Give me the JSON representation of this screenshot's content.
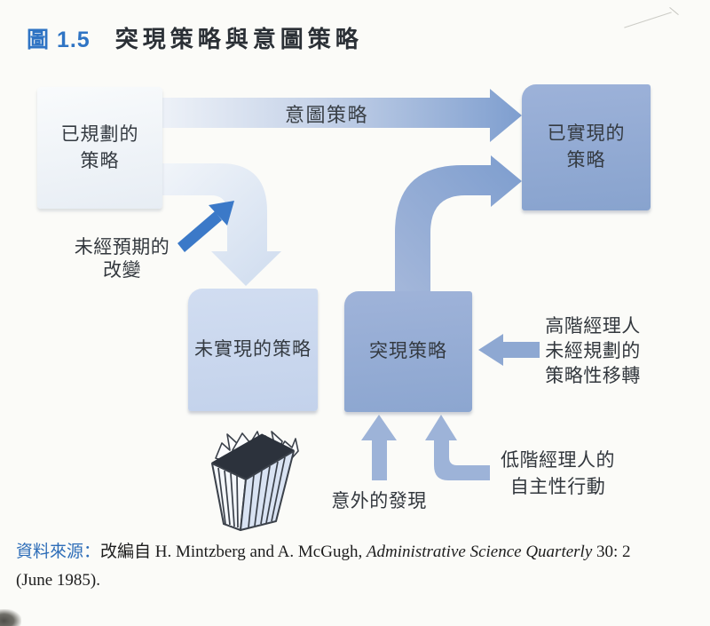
{
  "header": {
    "figure_label": "圖 1.5",
    "title": "突現策略與意圖策略"
  },
  "boxes": {
    "planned": {
      "line1": "已規劃的",
      "line2": "策略"
    },
    "realized": {
      "line1": "已實現的",
      "line2": "策略"
    },
    "unrealized": {
      "line1": "未實現的策略"
    },
    "emergent": {
      "line1": "突現策略"
    }
  },
  "arrows": {
    "intended_label": "意圖策略"
  },
  "annotations": {
    "unexpected_change": {
      "line1": "未經預期的",
      "line2": "改變"
    },
    "senior_managers": {
      "line1": "高階經理人",
      "line2": "未經規劃的",
      "line3": "策略性移轉"
    },
    "accidental_discovery": "意外的發現",
    "junior_managers": {
      "line1": "低階經理人的",
      "line2": "自主性行動"
    }
  },
  "icons": {
    "trash": "trash-can-icon"
  },
  "source": {
    "label": "資料來源：",
    "pre": "改編自 H. Mintzberg and A. McGugh, ",
    "journal": "Administrative Science Quarterly",
    "post": " 30: 2",
    "line2": "(June 1985)."
  },
  "colors": {
    "figure_label_blue": "#2f74c4",
    "source_label_blue": "#2d6db8",
    "dark_arrow_blue": "#3b79c8",
    "medium_arrow_blue": "#9db3d8",
    "realized_box_blue": "#8ea9d3",
    "emergent_box_blue": "#93aad2",
    "unrealized_box_blue": "#c9d7ee",
    "planned_box_tint": "#eef2f7"
  }
}
